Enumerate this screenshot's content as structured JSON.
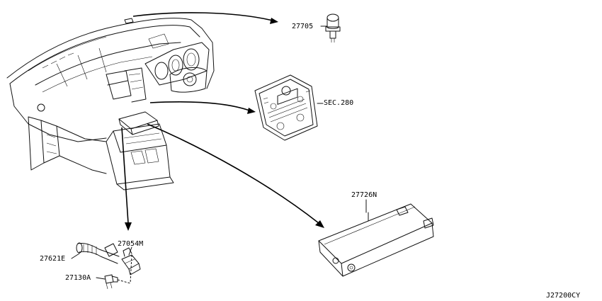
{
  "diagram": {
    "diagram_code": "J27200CY",
    "parts": [
      {
        "number": "27705",
        "item": "sensor-clip"
      },
      {
        "number": "SEC.280",
        "item": "audio-control-panel"
      },
      {
        "number": "27726N",
        "item": "control-unit-module"
      },
      {
        "number": "27054M",
        "item": "sensor-assembly"
      },
      {
        "number": "27621E",
        "item": "aspirator-hose"
      },
      {
        "number": "27130A",
        "item": "clip"
      }
    ]
  }
}
